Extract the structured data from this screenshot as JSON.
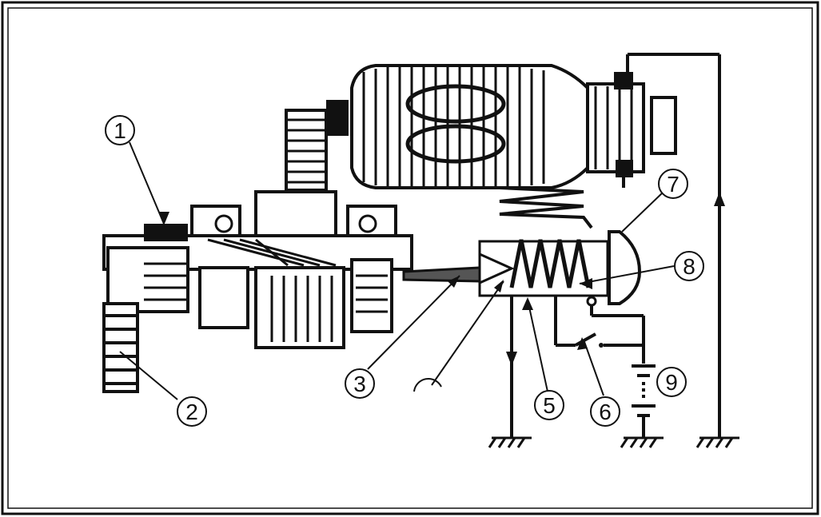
{
  "diagram": {
    "callouts": [
      {
        "id": "c1",
        "label": "1"
      },
      {
        "id": "c2",
        "label": "2"
      },
      {
        "id": "c3",
        "label": "3"
      },
      {
        "id": "c4",
        "label": ""
      },
      {
        "id": "c5",
        "label": "5"
      },
      {
        "id": "c6",
        "label": "6"
      },
      {
        "id": "c7",
        "label": "7"
      },
      {
        "id": "c8",
        "label": "8"
      },
      {
        "id": "c9",
        "label": "9"
      }
    ],
    "colors": {
      "ink": "#111111",
      "paper": "#ffffff",
      "shade": "#555555"
    }
  }
}
